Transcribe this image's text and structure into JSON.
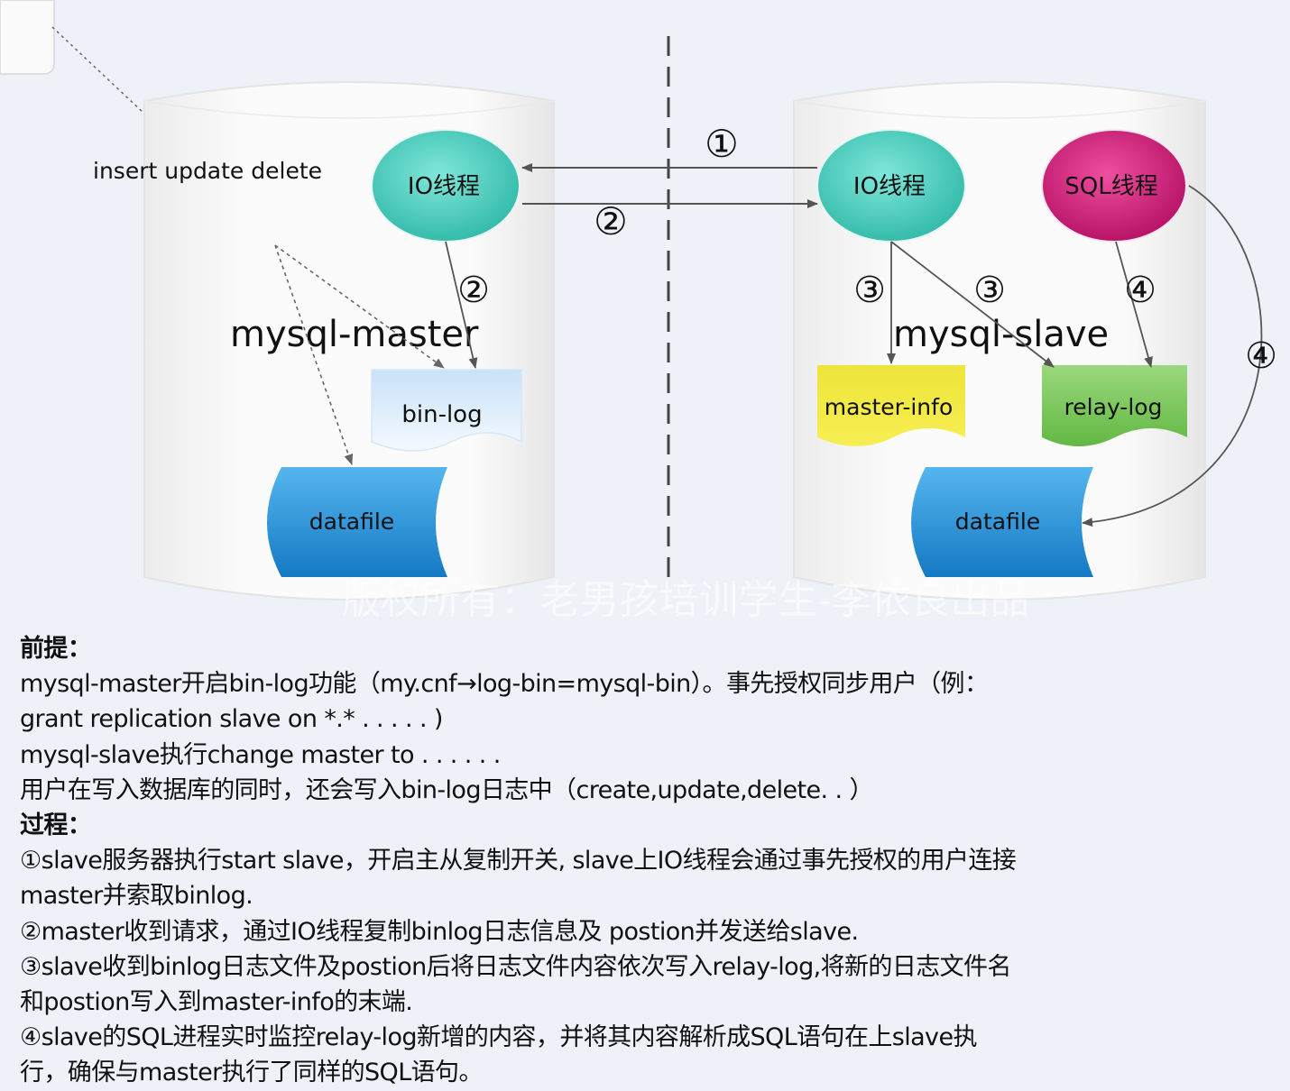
{
  "diagram": {
    "master": {
      "title": "mysql-master",
      "operations": "insert update delete",
      "io_thread": "IO线程",
      "binlog": "bin-log",
      "datafile": "datafile"
    },
    "slave": {
      "title": "mysql-slave",
      "io_thread": "IO线程",
      "sql_thread": "SQL线程",
      "master_info": "master-info",
      "relay_log": "relay-log",
      "datafile": "datafile"
    },
    "steps": {
      "s1": "①",
      "s2_network": "②",
      "s2_binlog": "②",
      "s3_master_info": "③",
      "s3_relay_log": "③",
      "s4_relay_log": "④",
      "s4_datafile": "④"
    },
    "watermark": "版权所有：老男孩培训学生-李依良出品",
    "colors": {
      "io_thread": "#4fd1c1",
      "sql_thread": "#d81b7a",
      "binlog": "#cfe6f8",
      "master_info": "#f2e73a",
      "relay_log": "#7cc95a",
      "datafile": "#1f8fd6",
      "cylinder": "#fafafa"
    }
  },
  "notes": {
    "premise_heading": "前提：",
    "premise_1": "mysql-master开启bin-log功能（my.cnf→log-bin=mysql-bin）。事先授权同步用户（例：",
    "premise_2": "grant replication slave on *.*    . . . . . )",
    "premise_3": "mysql-slave执行change master to    . . . . . .",
    "premise_4": "用户在写入数据库的同时，还会写入bin-log日志中（create,update,delete. . ）",
    "process_heading": "过程：",
    "step_1a": "①slave服务器执行start slave，开启主从复制开关, slave上IO线程会通过事先授权的用户连接",
    "step_1b": "master并索取binlog.",
    "step_2": "②master收到请求，通过IO线程复制binlog日志信息及 postion并发送给slave.",
    "step_3a": "③slave收到binlog日志文件及postion后将日志文件内容依次写入relay-log,将新的日志文件名",
    "step_3b": "和postion写入到master-info的末端.",
    "step_4a": "④slave的SQL进程实时监控relay-log新增的内容，并将其内容解析成SQL语句在上slave执",
    "step_4b": "行，确保与master执行了同样的SQL语句。"
  }
}
